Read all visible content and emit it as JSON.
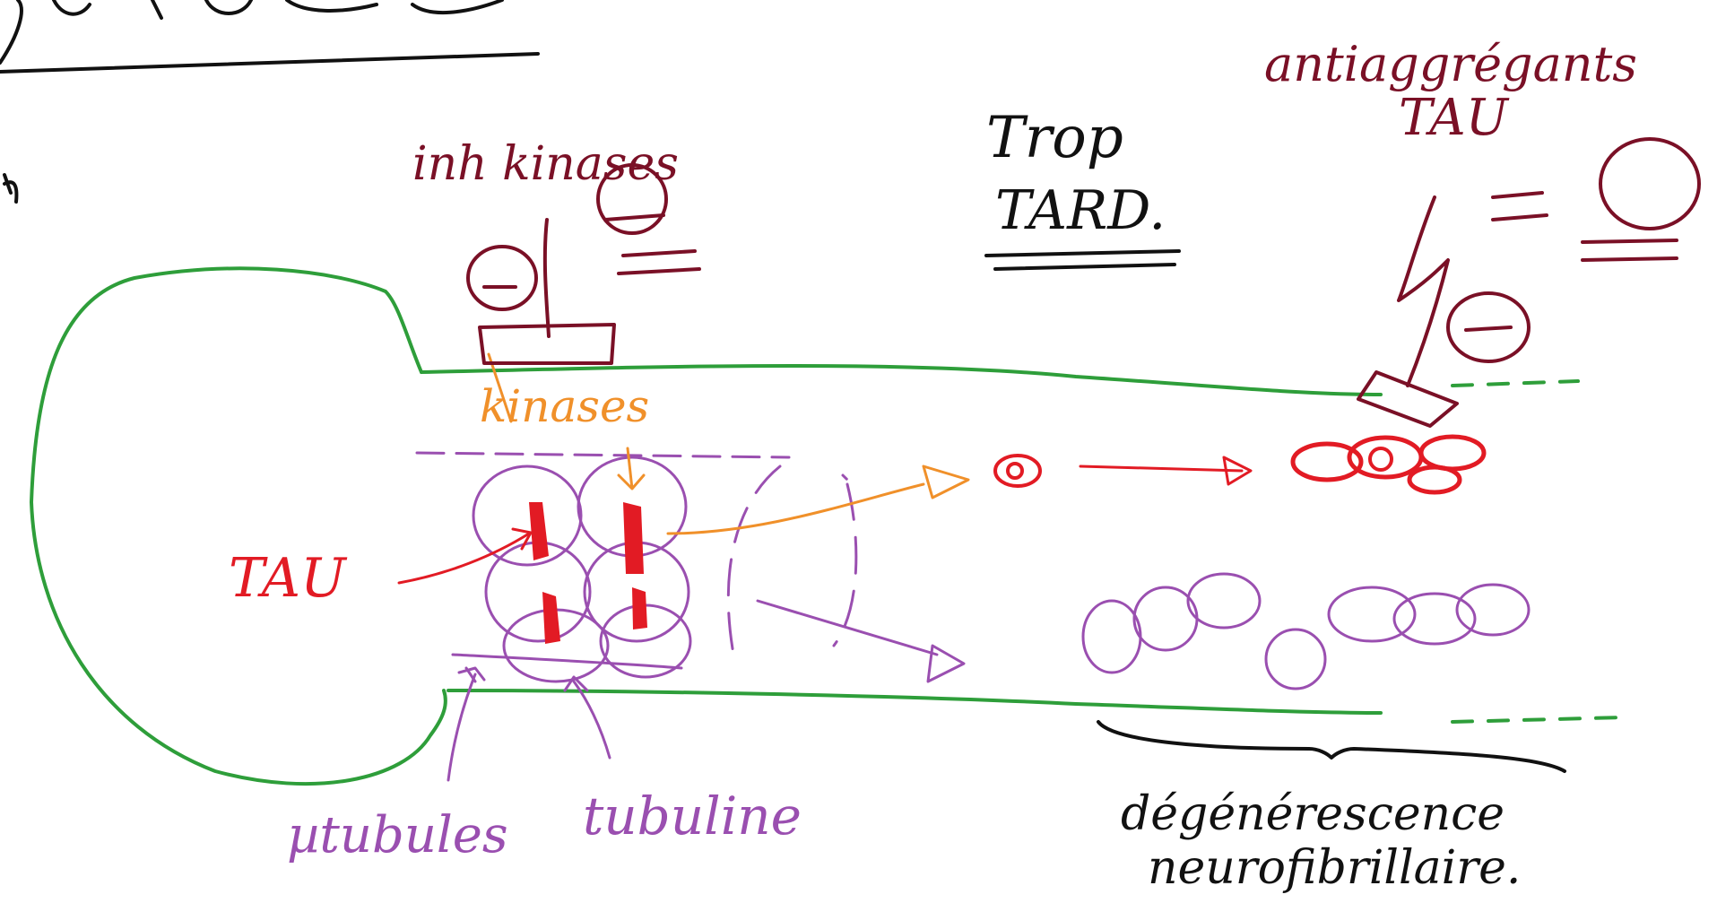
{
  "colors": {
    "green": "#2e9e3a",
    "purple": "#9a4fb0",
    "red": "#e21b24",
    "orange": "#f0902a",
    "maroon": "#7a1026",
    "black": "#111111"
  },
  "labels": {
    "top_fragment": "je ...",
    "left_fragment": "h",
    "inhibitors": "inh kinases",
    "kinases": "kinases",
    "tau": "TAU",
    "trop_line1": "Trop",
    "trop_line2": "TARD.",
    "antiaggregants_line1": "antiaggrégants",
    "antiaggregants_line2": "TAU",
    "degeneration_line1": "dégénérescence",
    "degeneration_line2": "neurofibrillaire.",
    "microtubules": "µtubules",
    "tubuline": "tubuline"
  },
  "icons": [
    "minus-circle-icon",
    "equals-icon",
    "inhibition-bar-icon",
    "arrow-icon"
  ]
}
